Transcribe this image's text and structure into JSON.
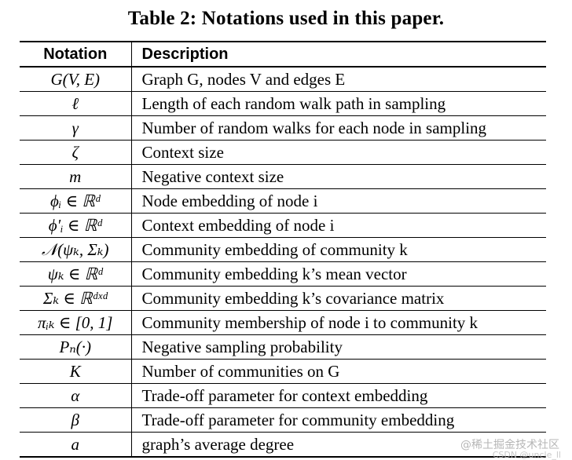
{
  "caption": "Table 2: Notations used in this paper.",
  "table": {
    "headers": {
      "notation": "Notation",
      "description": "Description"
    },
    "rows": [
      {
        "notation": "G(V, E)",
        "description": "Graph G, nodes V and edges E"
      },
      {
        "notation": "ℓ",
        "description": "Length of each random walk path in sampling"
      },
      {
        "notation": "γ",
        "description": "Number of random walks for each node in sampling"
      },
      {
        "notation": "ζ",
        "description": "Context size"
      },
      {
        "notation": "m",
        "description": "Negative context size"
      },
      {
        "notation": "ϕᵢ ∈ ℝᵈ",
        "description": "Node embedding of node i"
      },
      {
        "notation": "ϕ′ᵢ ∈ ℝᵈ",
        "description": "Context embedding of node i"
      },
      {
        "notation": "𝒩(ψₖ, Σₖ)",
        "description": "Community embedding of community k"
      },
      {
        "notation": "ψₖ ∈ ℝᵈ",
        "description": "Community embedding k’s mean vector"
      },
      {
        "notation": "Σₖ ∈ ℝᵈˣᵈ",
        "description": "Community embedding k’s covariance matrix"
      },
      {
        "notation": "πᵢₖ ∈ [0, 1]",
        "description": "Community membership of node i to community k"
      },
      {
        "notation": "Pₙ(·)",
        "description": "Negative sampling probability"
      },
      {
        "notation": "K",
        "description": "Number of communities on G"
      },
      {
        "notation": "α",
        "description": "Trade-off parameter for context embedding"
      },
      {
        "notation": "β",
        "description": "Trade-off parameter for community embedding"
      },
      {
        "notation": "a",
        "description": "graph’s average degree"
      }
    ]
  },
  "watermark": {
    "line1": "@稀土掘金技术社区",
    "line2": "CSDN @uncle_ll"
  }
}
